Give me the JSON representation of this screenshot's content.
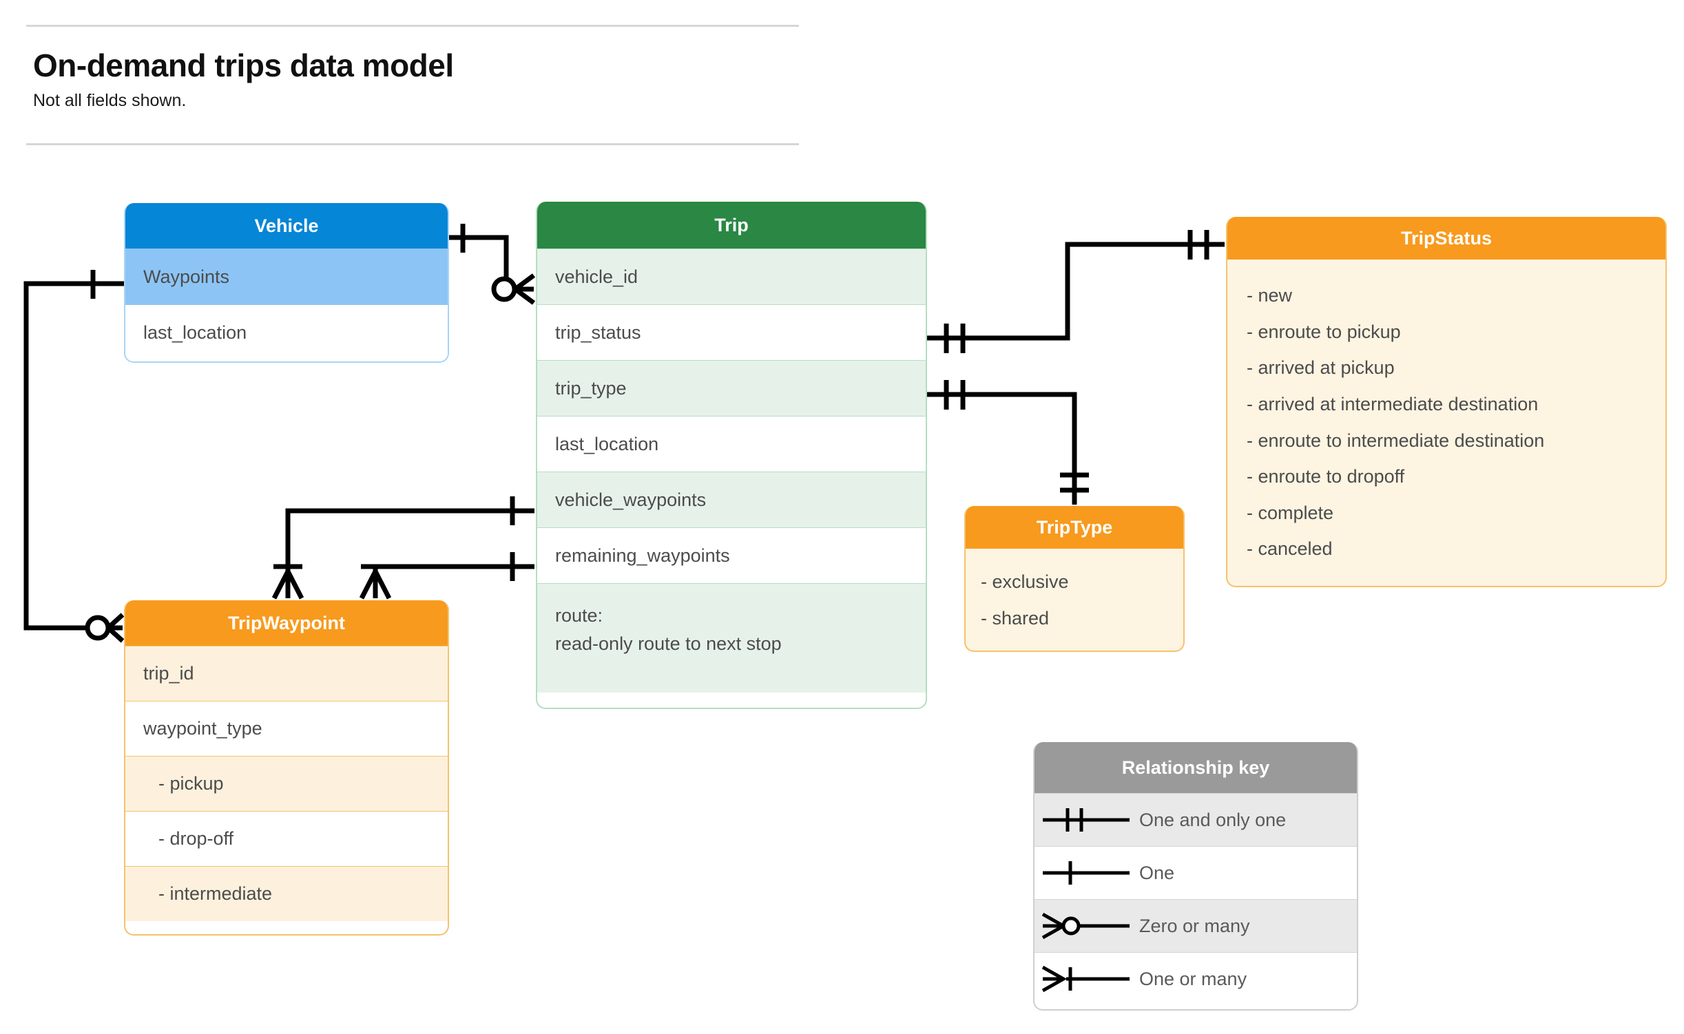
{
  "header": {
    "title": "On-demand trips data model",
    "subtitle": "Not all fields shown."
  },
  "colors": {
    "vehicle_header": "#0586D6",
    "vehicle_row_highlight": "#8CC5F5",
    "trip_header": "#2A8744",
    "trip_row_highlight": "#e6f2e9",
    "orange_header": "#F79A1E",
    "orange_body": "#fdf4e2",
    "legend_header": "#9A9A9A",
    "connector": "#000000"
  },
  "entities": {
    "vehicle": {
      "title": "Vehicle",
      "fields": [
        "Waypoints",
        "last_location"
      ]
    },
    "trip": {
      "title": "Trip",
      "fields": [
        "vehicle_id",
        "trip_status",
        "trip_type",
        "last_location",
        "vehicle_waypoints",
        "remaining_waypoints"
      ],
      "route_label": "route:",
      "route_desc": "read-only route to next stop"
    },
    "trip_status": {
      "title": "TripStatus",
      "values": [
        "- new",
        "- enroute to pickup",
        "- arrived at pickup",
        "- arrived at intermediate destination",
        "- enroute to intermediate destination",
        "- enroute to dropoff",
        "- complete",
        "- canceled"
      ]
    },
    "trip_type": {
      "title": "TripType",
      "values": [
        "- exclusive",
        "- shared"
      ]
    },
    "trip_waypoint": {
      "title": "TripWaypoint",
      "fields": [
        "trip_id",
        "waypoint_type"
      ],
      "waypoint_types": [
        "-  pickup",
        "-  drop-off",
        "-  intermediate"
      ]
    }
  },
  "legend": {
    "title": "Relationship key",
    "rows": [
      {
        "symbol": "one-and-only-one-icon",
        "label": "One and only one"
      },
      {
        "symbol": "one-icon",
        "label": "One"
      },
      {
        "symbol": "zero-or-many-icon",
        "label": "Zero or many"
      },
      {
        "symbol": "one-or-many-icon",
        "label": "One or many"
      }
    ]
  },
  "relationships": [
    {
      "from": "Vehicle",
      "from_cardinality": "One",
      "to": "Trip.vehicle_id",
      "to_cardinality": "Zero or many"
    },
    {
      "from": "Vehicle.Waypoints",
      "from_cardinality": "One",
      "to": "TripWaypoint",
      "to_cardinality": "Zero or many"
    },
    {
      "from": "Trip.trip_status",
      "from_cardinality": "One and only one",
      "to": "TripStatus",
      "to_cardinality": "One and only one"
    },
    {
      "from": "Trip.trip_type",
      "from_cardinality": "One and only one",
      "to": "TripType",
      "to_cardinality": "One and only one"
    },
    {
      "from": "Trip.vehicle_waypoints",
      "from_cardinality": "One",
      "to": "TripWaypoint",
      "to_cardinality": "One or many"
    },
    {
      "from": "Trip.remaining_waypoints",
      "from_cardinality": "One",
      "to": "TripWaypoint",
      "to_cardinality": "One or many"
    }
  ]
}
